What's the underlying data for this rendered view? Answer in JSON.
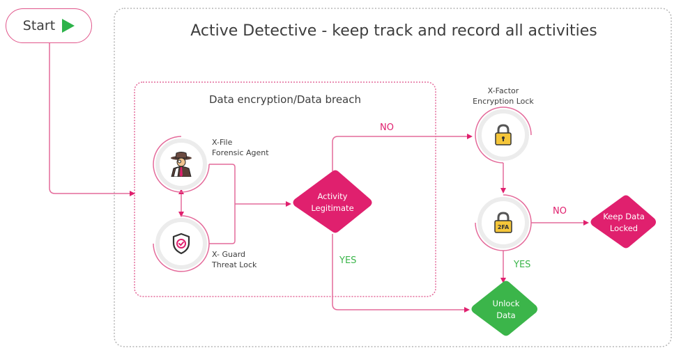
{
  "start": {
    "label": "Start",
    "icon": "play-icon"
  },
  "title": "Active Detective - keep track and record all activities",
  "group": {
    "title": "Data encryption/Data breach"
  },
  "nodes": {
    "forensic_agent": {
      "line1": "X-File",
      "line2": "Forensic Agent",
      "icon": "detective-icon"
    },
    "threat_lock": {
      "line1": "X- Guard",
      "line2": "Threat Lock",
      "icon": "shield-check-icon"
    },
    "activity_legitimate": {
      "line1": "Activity",
      "line2": "Legitimate"
    },
    "encryption_lock": {
      "line1": "X-Factor",
      "line2": "Encryption Lock",
      "icon": "padlock-icon"
    },
    "two_factor": {
      "badge": "2FA",
      "icon": "padlock-2fa-icon"
    },
    "keep_locked": {
      "line1": "Keep Data",
      "line2": "Locked"
    },
    "unlock_data": {
      "line1": "Unlock",
      "line2": "Data"
    }
  },
  "edges": {
    "activity_no": "NO",
    "activity_yes": "YES",
    "twofa_no": "NO",
    "twofa_yes": "YES"
  },
  "colors": {
    "accent_pink": "#e0206e",
    "line_pink": "#e46a9a",
    "success_green": "#3bb54a",
    "border_gray": "#b5b5b5",
    "lock_yellow": "#f5c63a"
  }
}
